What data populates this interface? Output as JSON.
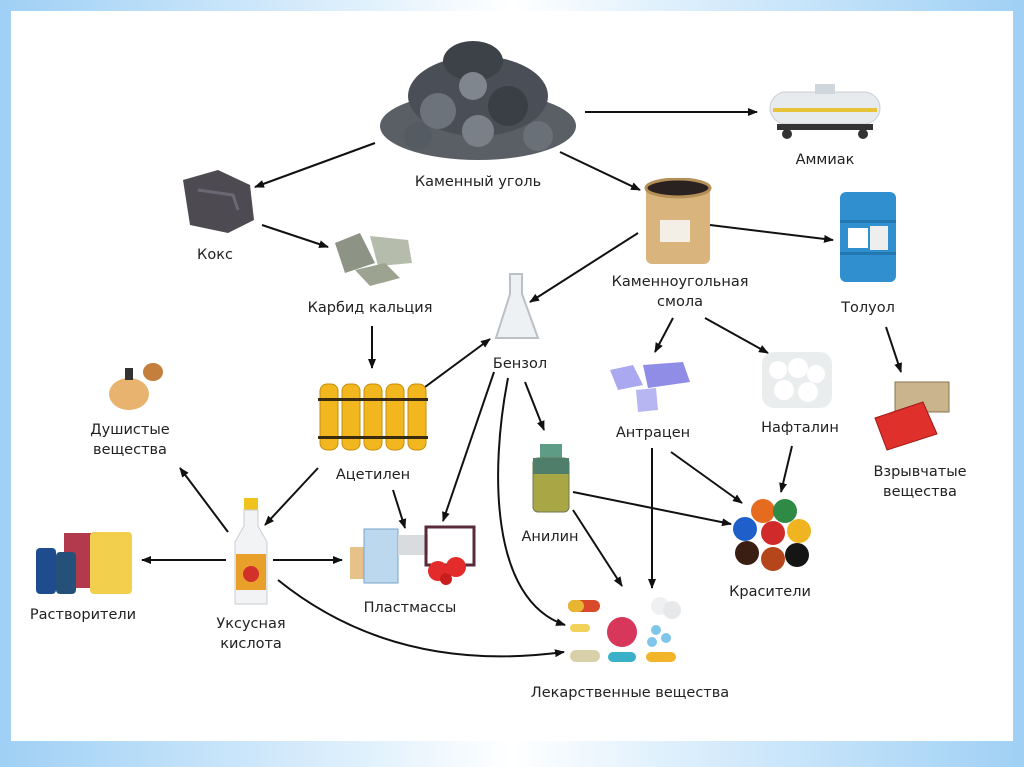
{
  "diagram": {
    "title": "Продукты переработки каменного угля",
    "nodes": [
      {
        "id": "coal",
        "label": "Каменный уголь",
        "icon": "coal-pile-icon"
      },
      {
        "id": "ammonia",
        "label": "Аммиак",
        "icon": "tank-car-icon"
      },
      {
        "id": "coke",
        "label": "Кокс",
        "icon": "coke-lump-icon"
      },
      {
        "id": "calcium_carbide",
        "label": "Карбид кальция",
        "icon": "carbide-stones-icon"
      },
      {
        "id": "coal_tar",
        "label": "Каменноугольная\nсмола",
        "icon": "tar-barrel-icon"
      },
      {
        "id": "toluene",
        "label": "Толуол",
        "icon": "blue-drum-icon"
      },
      {
        "id": "benzene",
        "label": "Бензол",
        "icon": "flask-icon"
      },
      {
        "id": "acetylene",
        "label": "Ацетилен",
        "icon": "gas-cylinders-icon"
      },
      {
        "id": "fragrances",
        "label": "Душистые\nвещества",
        "icon": "perfume-bottle-icon"
      },
      {
        "id": "anthracene",
        "label": "Антрацен",
        "icon": "crystals-icon"
      },
      {
        "id": "naphthalene",
        "label": "Нафталин",
        "icon": "mothballs-icon"
      },
      {
        "id": "explosives",
        "label": "Взрывчатые\nвещества",
        "icon": "explosive-boxes-icon"
      },
      {
        "id": "acetic_acid",
        "label": "Уксусная\nкислота",
        "icon": "vinegar-bottle-icon"
      },
      {
        "id": "solvents",
        "label": "Растворители",
        "icon": "solvent-canisters-icon"
      },
      {
        "id": "plastics",
        "label": "Пластмассы",
        "icon": "plastic-goods-icon"
      },
      {
        "id": "aniline",
        "label": "Анилин",
        "icon": "aniline-jar-icon"
      },
      {
        "id": "dyes",
        "label": "Красители",
        "icon": "pigment-powders-icon"
      },
      {
        "id": "medicines",
        "label": "Лекарственные вещества",
        "icon": "pills-icon"
      }
    ],
    "edges": [
      {
        "from": "coal",
        "to": "ammonia"
      },
      {
        "from": "coal",
        "to": "coke"
      },
      {
        "from": "coal",
        "to": "coal_tar"
      },
      {
        "from": "coke",
        "to": "calcium_carbide"
      },
      {
        "from": "calcium_carbide",
        "to": "acetylene"
      },
      {
        "from": "coal_tar",
        "to": "toluene"
      },
      {
        "from": "coal_tar",
        "to": "benzene"
      },
      {
        "from": "coal_tar",
        "to": "anthracene"
      },
      {
        "from": "coal_tar",
        "to": "naphthalene"
      },
      {
        "from": "toluene",
        "to": "explosives"
      },
      {
        "from": "acetylene",
        "to": "benzene"
      },
      {
        "from": "acetylene",
        "to": "acetic_acid"
      },
      {
        "from": "acetylene",
        "to": "plastics"
      },
      {
        "from": "benzene",
        "to": "plastics"
      },
      {
        "from": "benzene",
        "to": "aniline"
      },
      {
        "from": "benzene",
        "to": "medicines"
      },
      {
        "from": "acetic_acid",
        "to": "fragrances"
      },
      {
        "from": "acetic_acid",
        "to": "solvents"
      },
      {
        "from": "acetic_acid",
        "to": "plastics"
      },
      {
        "from": "acetic_acid",
        "to": "medicines"
      },
      {
        "from": "anthracene",
        "to": "dyes"
      },
      {
        "from": "anthracene",
        "to": "medicines"
      },
      {
        "from": "naphthalene",
        "to": "dyes"
      },
      {
        "from": "aniline",
        "to": "dyes"
      },
      {
        "from": "aniline",
        "to": "medicines"
      }
    ]
  },
  "colors": {
    "frame_blue": "#9fd0f5",
    "arrow": "#111111",
    "text": "#222222"
  }
}
